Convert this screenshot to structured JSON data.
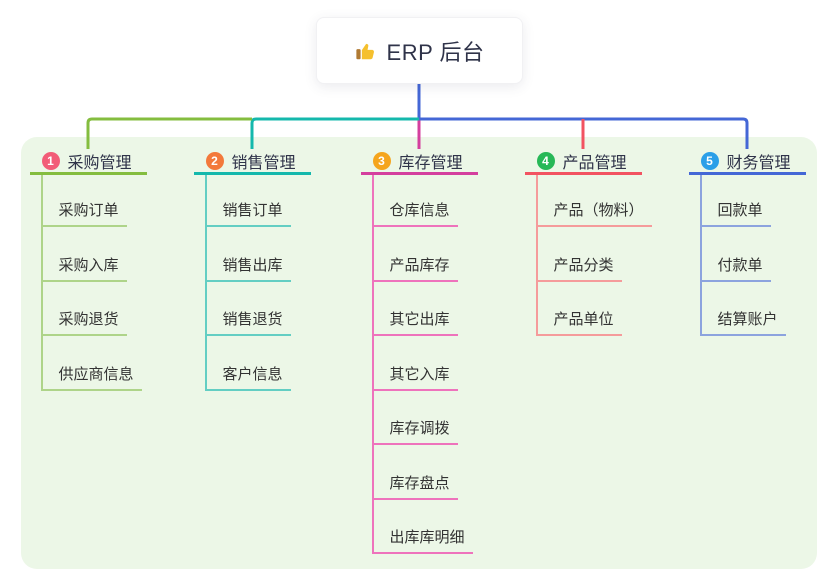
{
  "root": {
    "icon": "thumbs-up",
    "title": "ERP 后台"
  },
  "canvas": {
    "background_color": "#ECF7E7"
  },
  "branches": [
    {
      "num": "1",
      "title": "采购管理",
      "badge_color": "#F25C77",
      "line_color": "#84BD3F",
      "child_line_color": "#AED489",
      "children": [
        "采购订单",
        "采购入库",
        "采购退货",
        "供应商信息"
      ]
    },
    {
      "num": "2",
      "title": "销售管理",
      "badge_color": "#F3793B",
      "line_color": "#14B8AC",
      "child_line_color": "#63CEC3",
      "children": [
        "销售订单",
        "销售出库",
        "销售退货",
        "客户信息"
      ]
    },
    {
      "num": "3",
      "title": "库存管理",
      "badge_color": "#F5A51D",
      "line_color": "#D43F9E",
      "child_line_color": "#EE73BC",
      "children": [
        "仓库信息",
        "产品库存",
        "其它出库",
        "其它入库",
        "库存调拨",
        "库存盘点",
        "出库库明细"
      ]
    },
    {
      "num": "4",
      "title": "产品管理",
      "badge_color": "#27B857",
      "line_color": "#F25361",
      "child_line_color": "#F59B9B",
      "children": [
        "产品（物料）",
        "产品分类",
        "产品单位"
      ]
    },
    {
      "num": "5",
      "title": "财务管理",
      "badge_color": "#2B9FE8",
      "line_color": "#4467D6",
      "child_line_color": "#8CA3DE",
      "children": [
        "回款单",
        "付款单",
        "结算账户"
      ]
    }
  ]
}
